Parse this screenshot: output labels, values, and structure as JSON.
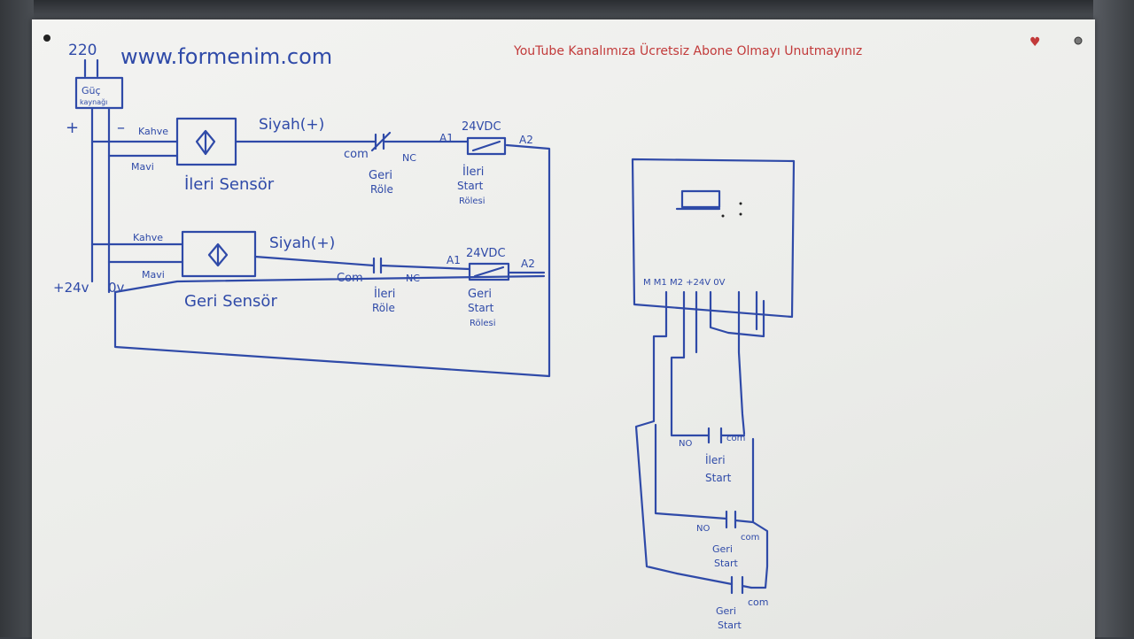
{
  "website": "www.formenim.com",
  "banner": "YouTube Kanalımıza Ücretsiz Abone Olmayı Unutmayınız",
  "banner_heart": "♥",
  "colors": {
    "ink": "#2f4aa8",
    "banner": "#c23a3a",
    "board": "#efefec"
  },
  "power": {
    "mains": "220",
    "supply_line1": "Güç",
    "supply_line2": "kaynağı",
    "plus": "+",
    "minus": "–",
    "plus24": "+24v",
    "zero": "0v"
  },
  "sensor1": {
    "label": "İleri Sensör",
    "brown": "Kahve",
    "blue": "Mavi",
    "black": "Siyah(+)"
  },
  "sensor2": {
    "label": "Geri Sensör",
    "brown": "Kahve",
    "blue": "Mavi",
    "black": "Siyah(+)"
  },
  "contact1": {
    "com": "com",
    "nc": "NC",
    "name1": "Geri",
    "name2": "Röle"
  },
  "contact2": {
    "com": "Com",
    "nc": "NC",
    "name1": "İleri",
    "name2": "Röle"
  },
  "relay1": {
    "voltage": "24VDC",
    "a1": "A1",
    "a2": "A2",
    "name1": "İleri",
    "name2": "Start",
    "name3": "Rölesi"
  },
  "relay2": {
    "voltage": "24VDC",
    "a1": "A1",
    "a2": "A2",
    "name1": "Geri",
    "name2": "Start",
    "name3": "Rölesi"
  },
  "controller": {
    "terminals": "M M1   M2 +24V   0V"
  },
  "contact3": {
    "no": "NO",
    "com": "com",
    "name1": "İleri",
    "name2": "Start"
  },
  "contact4": {
    "no": "NO",
    "com": "com",
    "name1": "Geri",
    "name2": "Start"
  },
  "contact5": {
    "com": "com",
    "name1": "Geri",
    "name2": "Start"
  }
}
